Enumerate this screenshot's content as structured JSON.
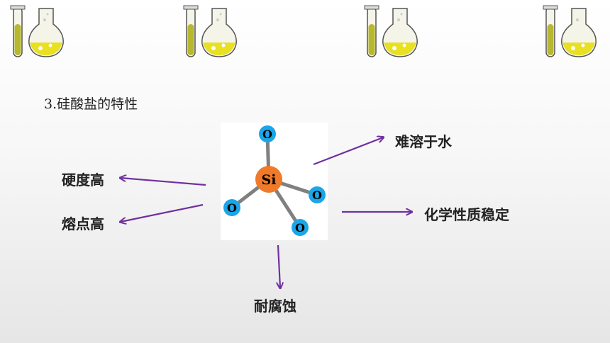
{
  "title": "3.硅酸盐的特性",
  "molecule": {
    "center_atom": "Si",
    "outer_atoms": [
      "O",
      "O",
      "O",
      "O"
    ],
    "colors": {
      "si": "#f07a2a",
      "o": "#1aa6e8",
      "bond": "#808080"
    }
  },
  "properties": {
    "insoluble": "难溶于水",
    "hardness": "硬度高",
    "melting_point": "熔点高",
    "chemical_stability": "化学性质稳定",
    "corrosion": "耐腐蚀"
  },
  "colors": {
    "arrow": "#7030a0"
  },
  "decorations": [
    "flask-icon",
    "flask-icon",
    "flask-icon",
    "flask-icon"
  ]
}
